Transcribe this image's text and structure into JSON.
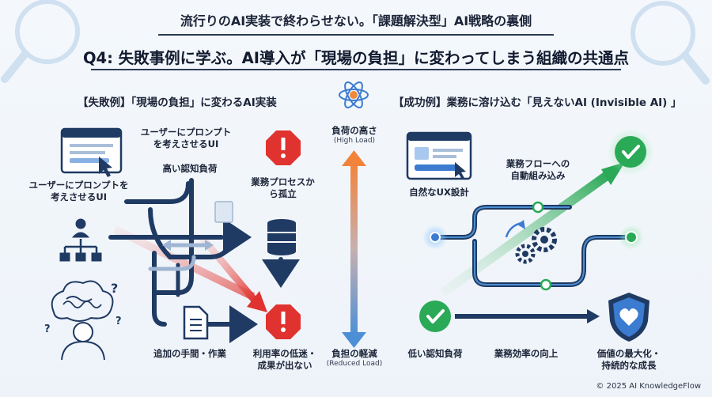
{
  "header": {
    "title": "流行りのAI実装で終わらせない。「課題解決型」AI戦略の裏側",
    "question": "Q4: 失敗事例に学ぶ。AI導入が「現場の負担」に変わってしまう組織の共通点"
  },
  "failure": {
    "section_title": "【失敗例】「現場の負担」に変わるAI実装",
    "label_ui_top_1": "ユーザーにプロンプト",
    "label_ui_top_2": "を考えさせるUI",
    "label_ui_left_1": "ユーザーにプロンプトを",
    "label_ui_left_2": "考えさせるUI",
    "label_cognitive": "高い認知負荷",
    "label_isolated_1": "業務プロセスか",
    "label_isolated_2": "ら孤立",
    "label_extra_work": "追加の手間・作業",
    "label_low_usage_1": "利用率の低迷・",
    "label_low_usage_2": "成果が出ない"
  },
  "scale": {
    "high_label": "負荷の高さ",
    "high_sub": "(High Load)",
    "low_label": "負担の軽減",
    "low_sub": "(Reduced Load)"
  },
  "success": {
    "section_title": "【成功例】業務に溶け込む「見えないAI (Invisible AI) 」",
    "label_ux": "自然なUX設計",
    "label_flow_1": "業務フローへの",
    "label_flow_2": "自動組み込み",
    "label_low_cognitive": "低い認知負荷",
    "label_efficiency": "業務効率の向上",
    "label_value_1": "価値の最大化・",
    "label_value_2": "持続的な成長"
  },
  "footer": {
    "copyright": "© 2025 AI KnowledgeFlow"
  },
  "colors": {
    "navy": "#1f3a63",
    "red": "#e0322f",
    "green": "#2aa957",
    "blue": "#3b7bd0",
    "orange": "#f08a3a"
  }
}
